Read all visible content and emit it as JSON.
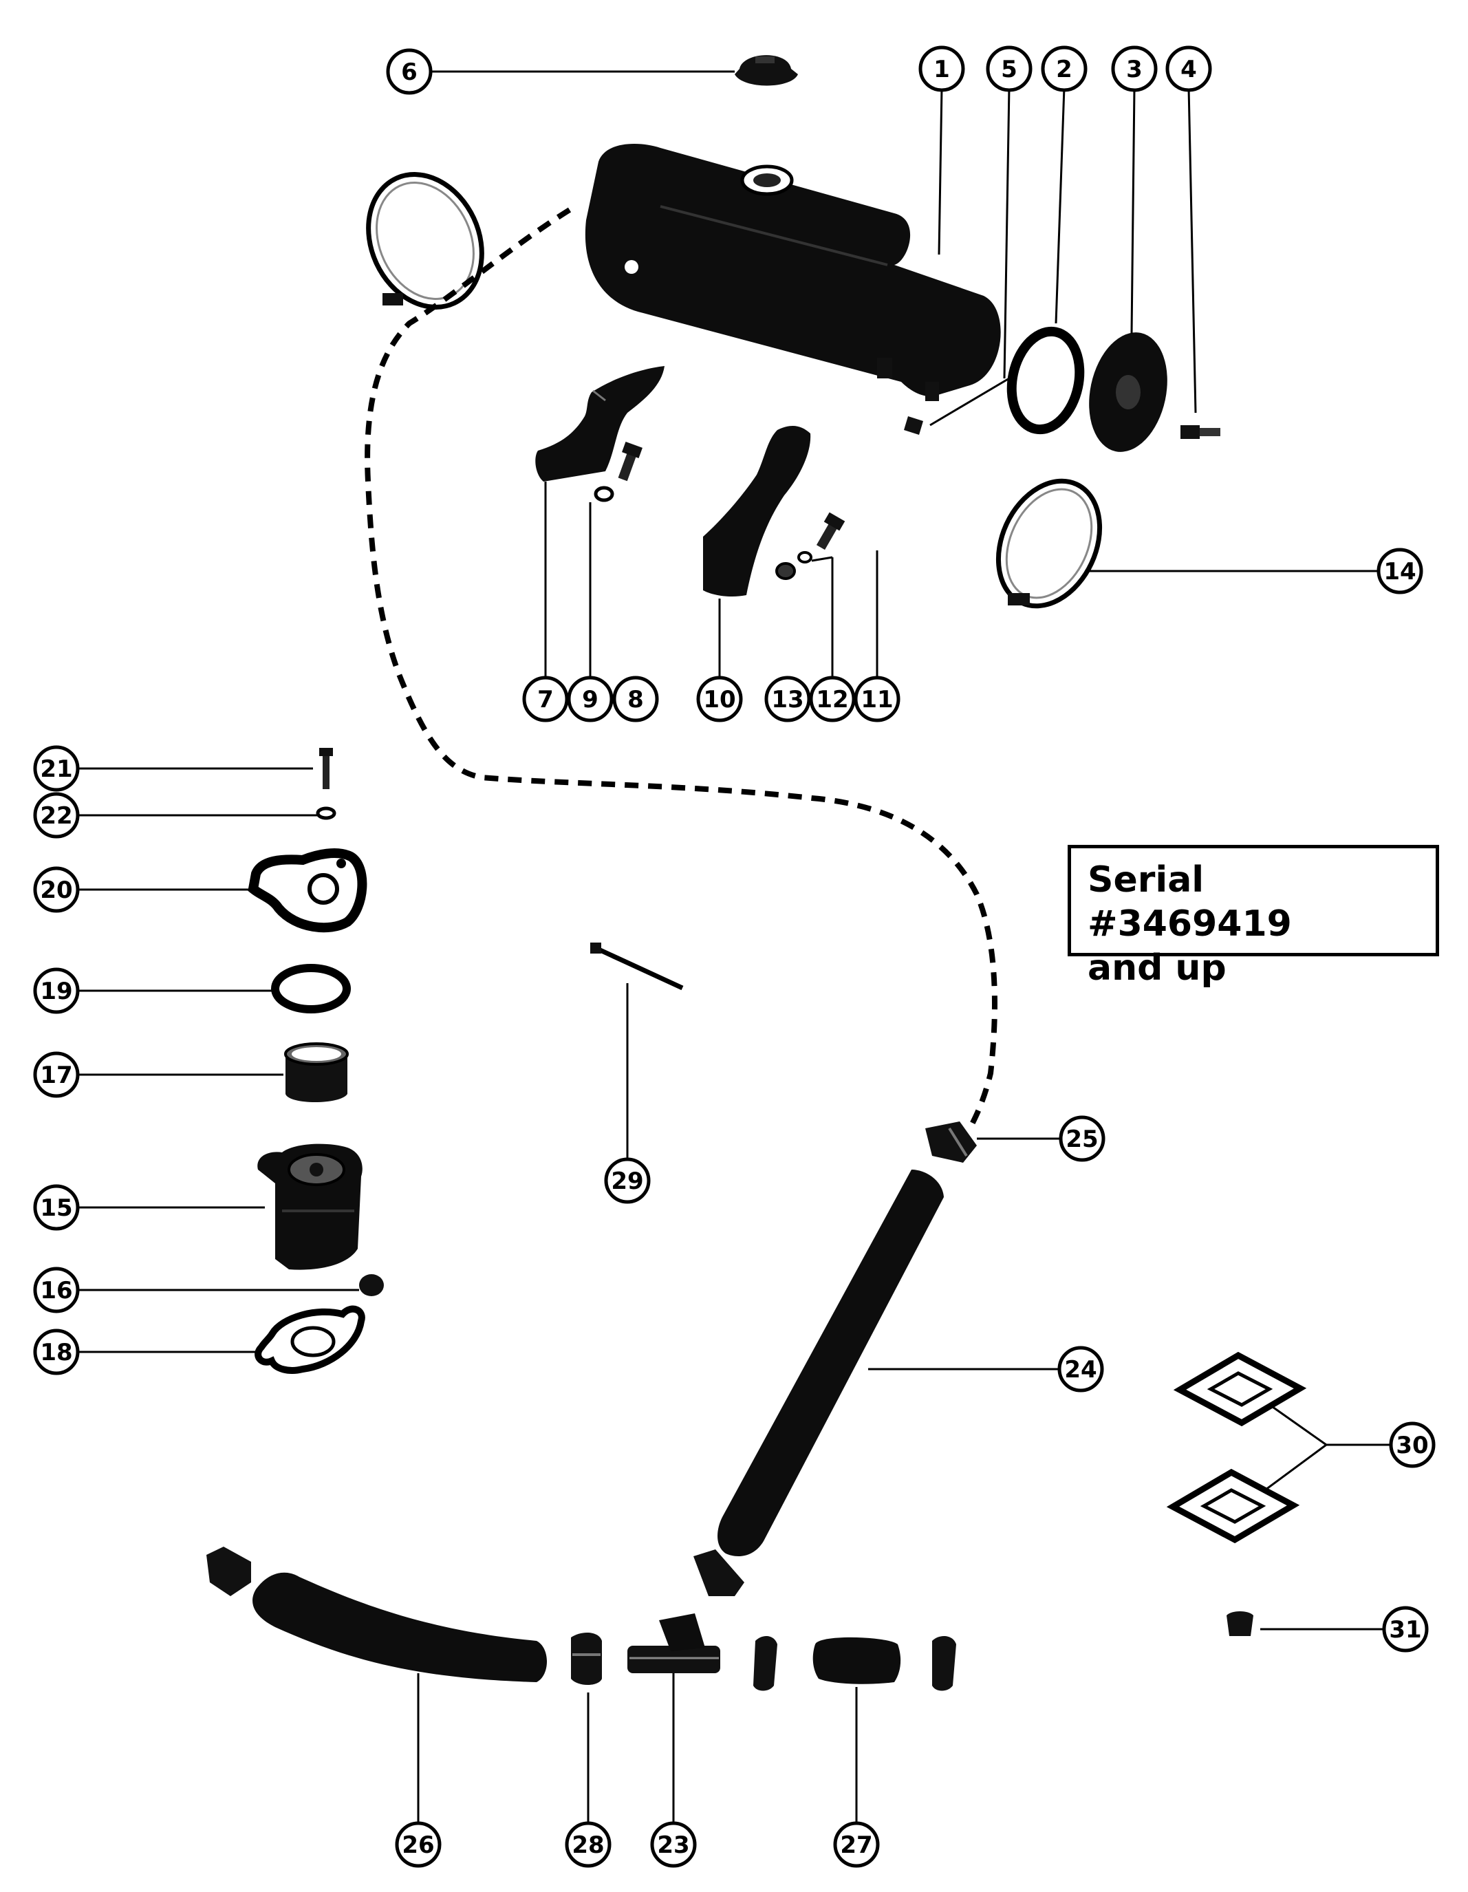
{
  "serial_note": {
    "line1": "Serial #3469419",
    "line2": "and up"
  },
  "callouts": [
    "1",
    "2",
    "3",
    "4",
    "5",
    "6",
    "7",
    "8",
    "9",
    "10",
    "11",
    "12",
    "13",
    "14",
    "15",
    "16",
    "17",
    "18",
    "19",
    "20",
    "21",
    "22",
    "23",
    "24",
    "25",
    "26",
    "27",
    "28",
    "29",
    "30",
    "31"
  ],
  "colors": {
    "ink": "#000000",
    "paper": "#ffffff"
  }
}
